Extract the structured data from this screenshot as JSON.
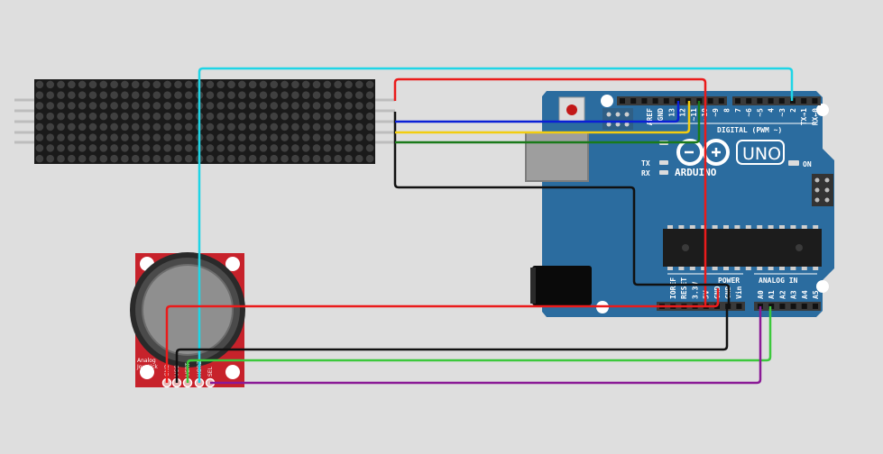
{
  "arduino": {
    "brand": "ARDUINO",
    "model": "UNO",
    "on_label": "ON",
    "tx_label": "TX",
    "rx_label": "RX",
    "digital_label": "DIGITAL (PWM ~)",
    "power_label": "POWER",
    "analog_label": "ANALOG IN",
    "digital_pins": [
      "AREF",
      "GND",
      "13",
      "12",
      "~11",
      "~10",
      "~9",
      "8",
      "7",
      "~6",
      "~5",
      "4",
      "~3",
      "2",
      "TX→1",
      "RX←0"
    ],
    "power_pins": [
      "IOREF",
      "RESET",
      "3.3V",
      "5V",
      "GND",
      "GND",
      "Vin"
    ],
    "analog_pins": [
      "A0",
      "A1",
      "A2",
      "A3",
      "A4",
      "A5"
    ],
    "colors": {
      "board": "#2b6c9f",
      "header": "#3a3a3a",
      "chip": "#1c1c1c"
    }
  },
  "joystick": {
    "label_line1": "Analog",
    "label_line2": "Joystick",
    "pins": [
      "GND",
      "VCC",
      "VERT",
      "HORZ",
      "SEL"
    ],
    "color": "#c7222b"
  },
  "matrix": {
    "rows": 8,
    "cols": 32,
    "color": "#1a1a1a",
    "led": "#404040"
  },
  "wires": {
    "red": "#ea1b1b",
    "black": "#111111",
    "blue": "#0a1fd6",
    "yellow": "#f2cd10",
    "green": "#1a7a1a",
    "cyan": "#1fd5e6",
    "lime": "#3cc83c",
    "purple": "#8a1a96"
  }
}
